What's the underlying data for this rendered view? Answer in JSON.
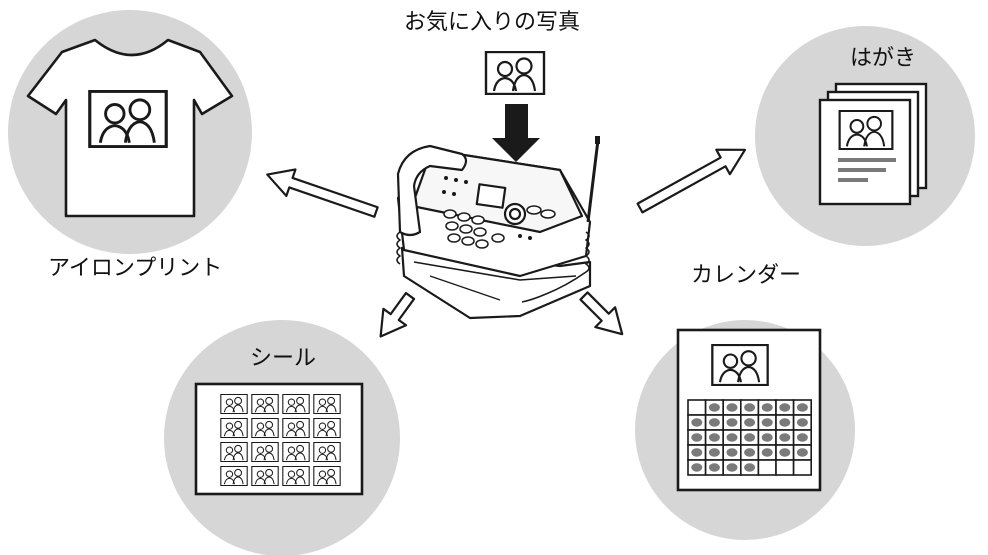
{
  "labels": {
    "favorite_photo": "お気に入りの写真",
    "postcard": "はがき",
    "iron_print": "アイロンプリント",
    "calendar": "カレンダー",
    "sticker": "シール"
  },
  "colors": {
    "circle_fill": "#d6d6d6",
    "line": "#1a1a1a",
    "paper": "#ffffff",
    "dot": "#7a7a7a"
  },
  "icons": {
    "center": "fax-machine-icon",
    "source": "photo-icon",
    "targets": [
      "tshirt-icon",
      "postcard-stack-icon",
      "sticker-sheet-icon",
      "calendar-icon"
    ]
  }
}
